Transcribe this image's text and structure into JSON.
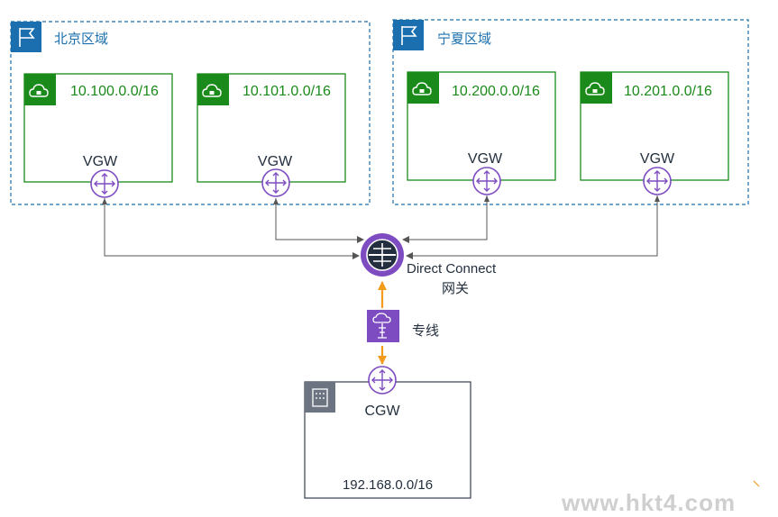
{
  "regions": [
    {
      "label": "北京区域",
      "vpcs": [
        {
          "cidr": "10.100.0.0/16",
          "gateway": "VGW"
        },
        {
          "cidr": "10.101.0.0/16",
          "gateway": "VGW"
        }
      ]
    },
    {
      "label": "宁夏区域",
      "vpcs": [
        {
          "cidr": "10.200.0.0/16",
          "gateway": "VGW"
        },
        {
          "cidr": "10.201.0.0/16",
          "gateway": "VGW"
        }
      ]
    }
  ],
  "dx_gateway": {
    "line1": "Direct Connect",
    "line2": "网关"
  },
  "connection": {
    "label": "专线"
  },
  "datacenter": {
    "gateway": "CGW",
    "cidr": "192.168.0.0/16"
  },
  "watermark": "www.hkt4.com",
  "colors": {
    "region": "#1b6fae",
    "vpc": "#1a8a1a",
    "purple": "#7d4cc1",
    "orange": "#f29b1d",
    "line": "#555555",
    "dc_box": "#232f3e"
  },
  "icons": {
    "region": "flag-icon",
    "vpc": "cloud-lock-icon",
    "vgw": "router-icon",
    "dx_gateway": "direct-connect-gateway-icon",
    "connection": "direct-connect-icon",
    "datacenter": "building-icon"
  }
}
